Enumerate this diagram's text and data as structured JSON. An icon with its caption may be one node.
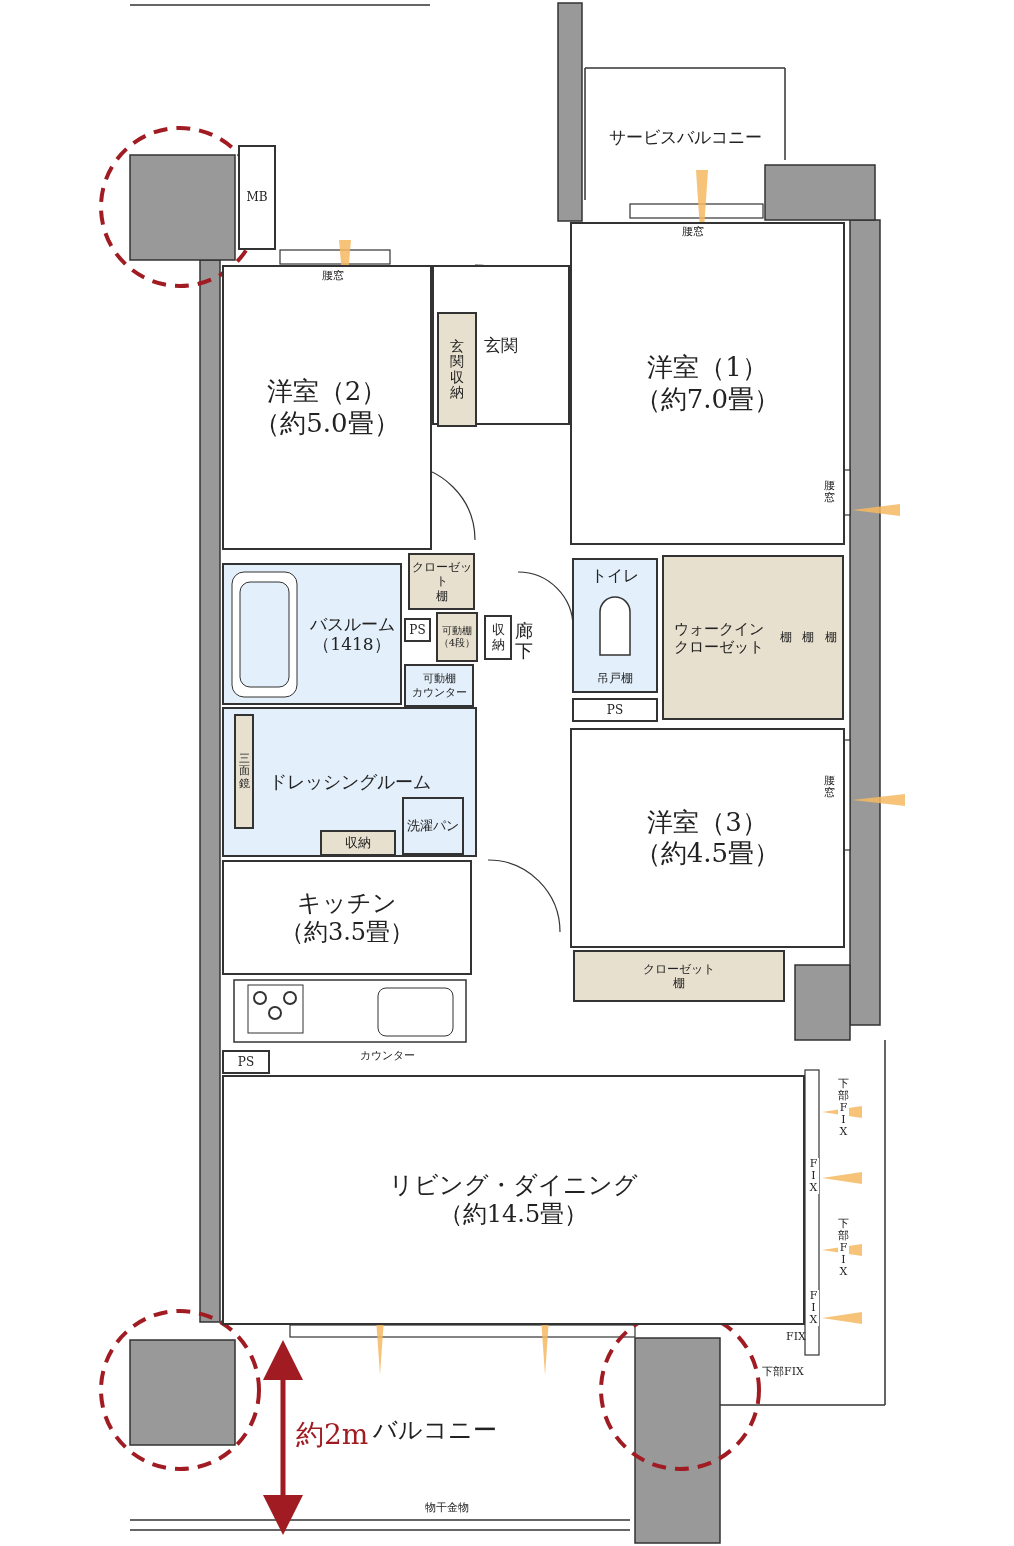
{
  "diagram": {
    "nodes": [
      {
        "text": [
          "サービスバルコニー"
        ]
      },
      {
        "text": [
          "MB"
        ]
      },
      {
        "text": [
          "玄関"
        ]
      },
      {
        "text": [
          "玄関収納"
        ],
        "in": 2
      },
      {
        "text": [
          "洋室（2）",
          "（約5.0畳）"
        ]
      },
      {
        "text": [
          "洋室（1）",
          "（約7.0畳）"
        ]
      },
      {
        "text": [
          "クローゼット",
          "棚"
        ]
      },
      {
        "text": [
          "バスルーム",
          "（1418）"
        ]
      },
      {
        "text": [
          "PS"
        ]
      },
      {
        "text": [
          "可動棚（4段）"
        ]
      },
      {
        "text": [
          "廊下"
        ]
      },
      {
        "text": [
          "収納"
        ],
        "in": 10
      },
      {
        "text": [
          "可動棚",
          "カウンター"
        ]
      },
      {
        "text": [
          "トイレ",
          "吊戸棚"
        ]
      },
      {
        "text": [
          "ウォークインクローゼット",
          "棚",
          "棚",
          "棚"
        ]
      },
      {
        "text": [
          "PS"
        ]
      },
      {
        "text": [
          "ドレッシングルーム"
        ]
      },
      {
        "text": [
          "三面鏡"
        ],
        "in": 16
      },
      {
        "text": [
          "収納"
        ],
        "in": 16
      },
      {
        "text": [
          "洗濯パン"
        ],
        "in": 16
      },
      {
        "text": [
          "洋室（3）",
          "（約4.5畳）"
        ]
      },
      {
        "text": [
          "クローゼット",
          "棚"
        ]
      },
      {
        "text": [
          "キッチン",
          "（約3.5畳）"
        ]
      },
      {
        "text": [
          "PS"
        ]
      },
      {
        "text": [
          "リビング・ダイニング",
          "（約14.5畳）"
        ]
      },
      {
        "text": [
          "バルコニー"
        ]
      }
    ],
    "labels": [
      "腰窓",
      "腰窓",
      "腰窓",
      "腰窓",
      "カウンター",
      "下部FIX",
      "FIX",
      "下部FIX",
      "FIX",
      "FIX",
      "下部FIX",
      "約2m",
      "物干金物"
    ]
  }
}
